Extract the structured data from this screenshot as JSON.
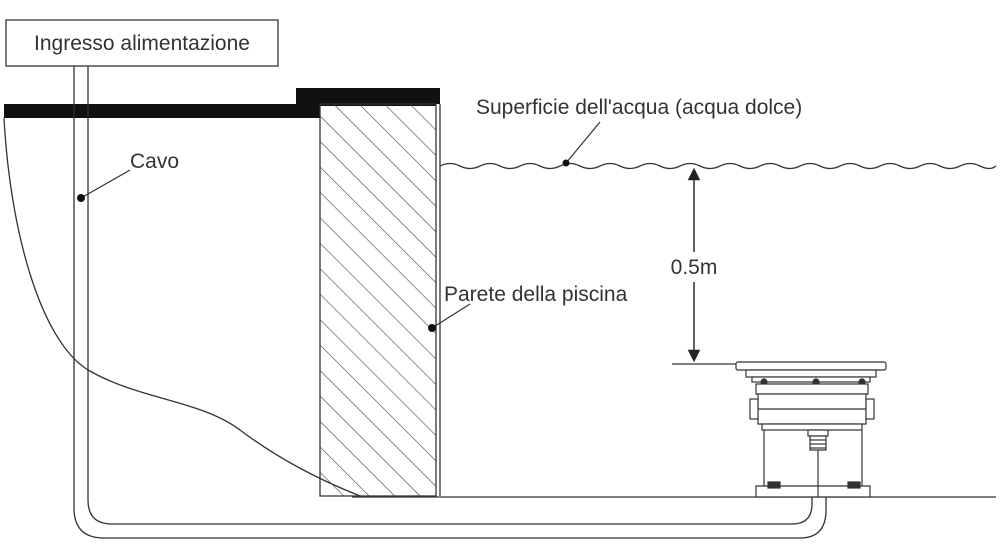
{
  "labels": {
    "power_input": "Ingresso alimentazione",
    "cable": "Cavo",
    "water_surface": "Superficie dell'acqua (acqua dolce)",
    "depth": "0.5m",
    "pool_wall": "Parete della piscina"
  },
  "colors": {
    "line": "#333333",
    "fill_dark": "#111111",
    "background": "#ffffff"
  }
}
